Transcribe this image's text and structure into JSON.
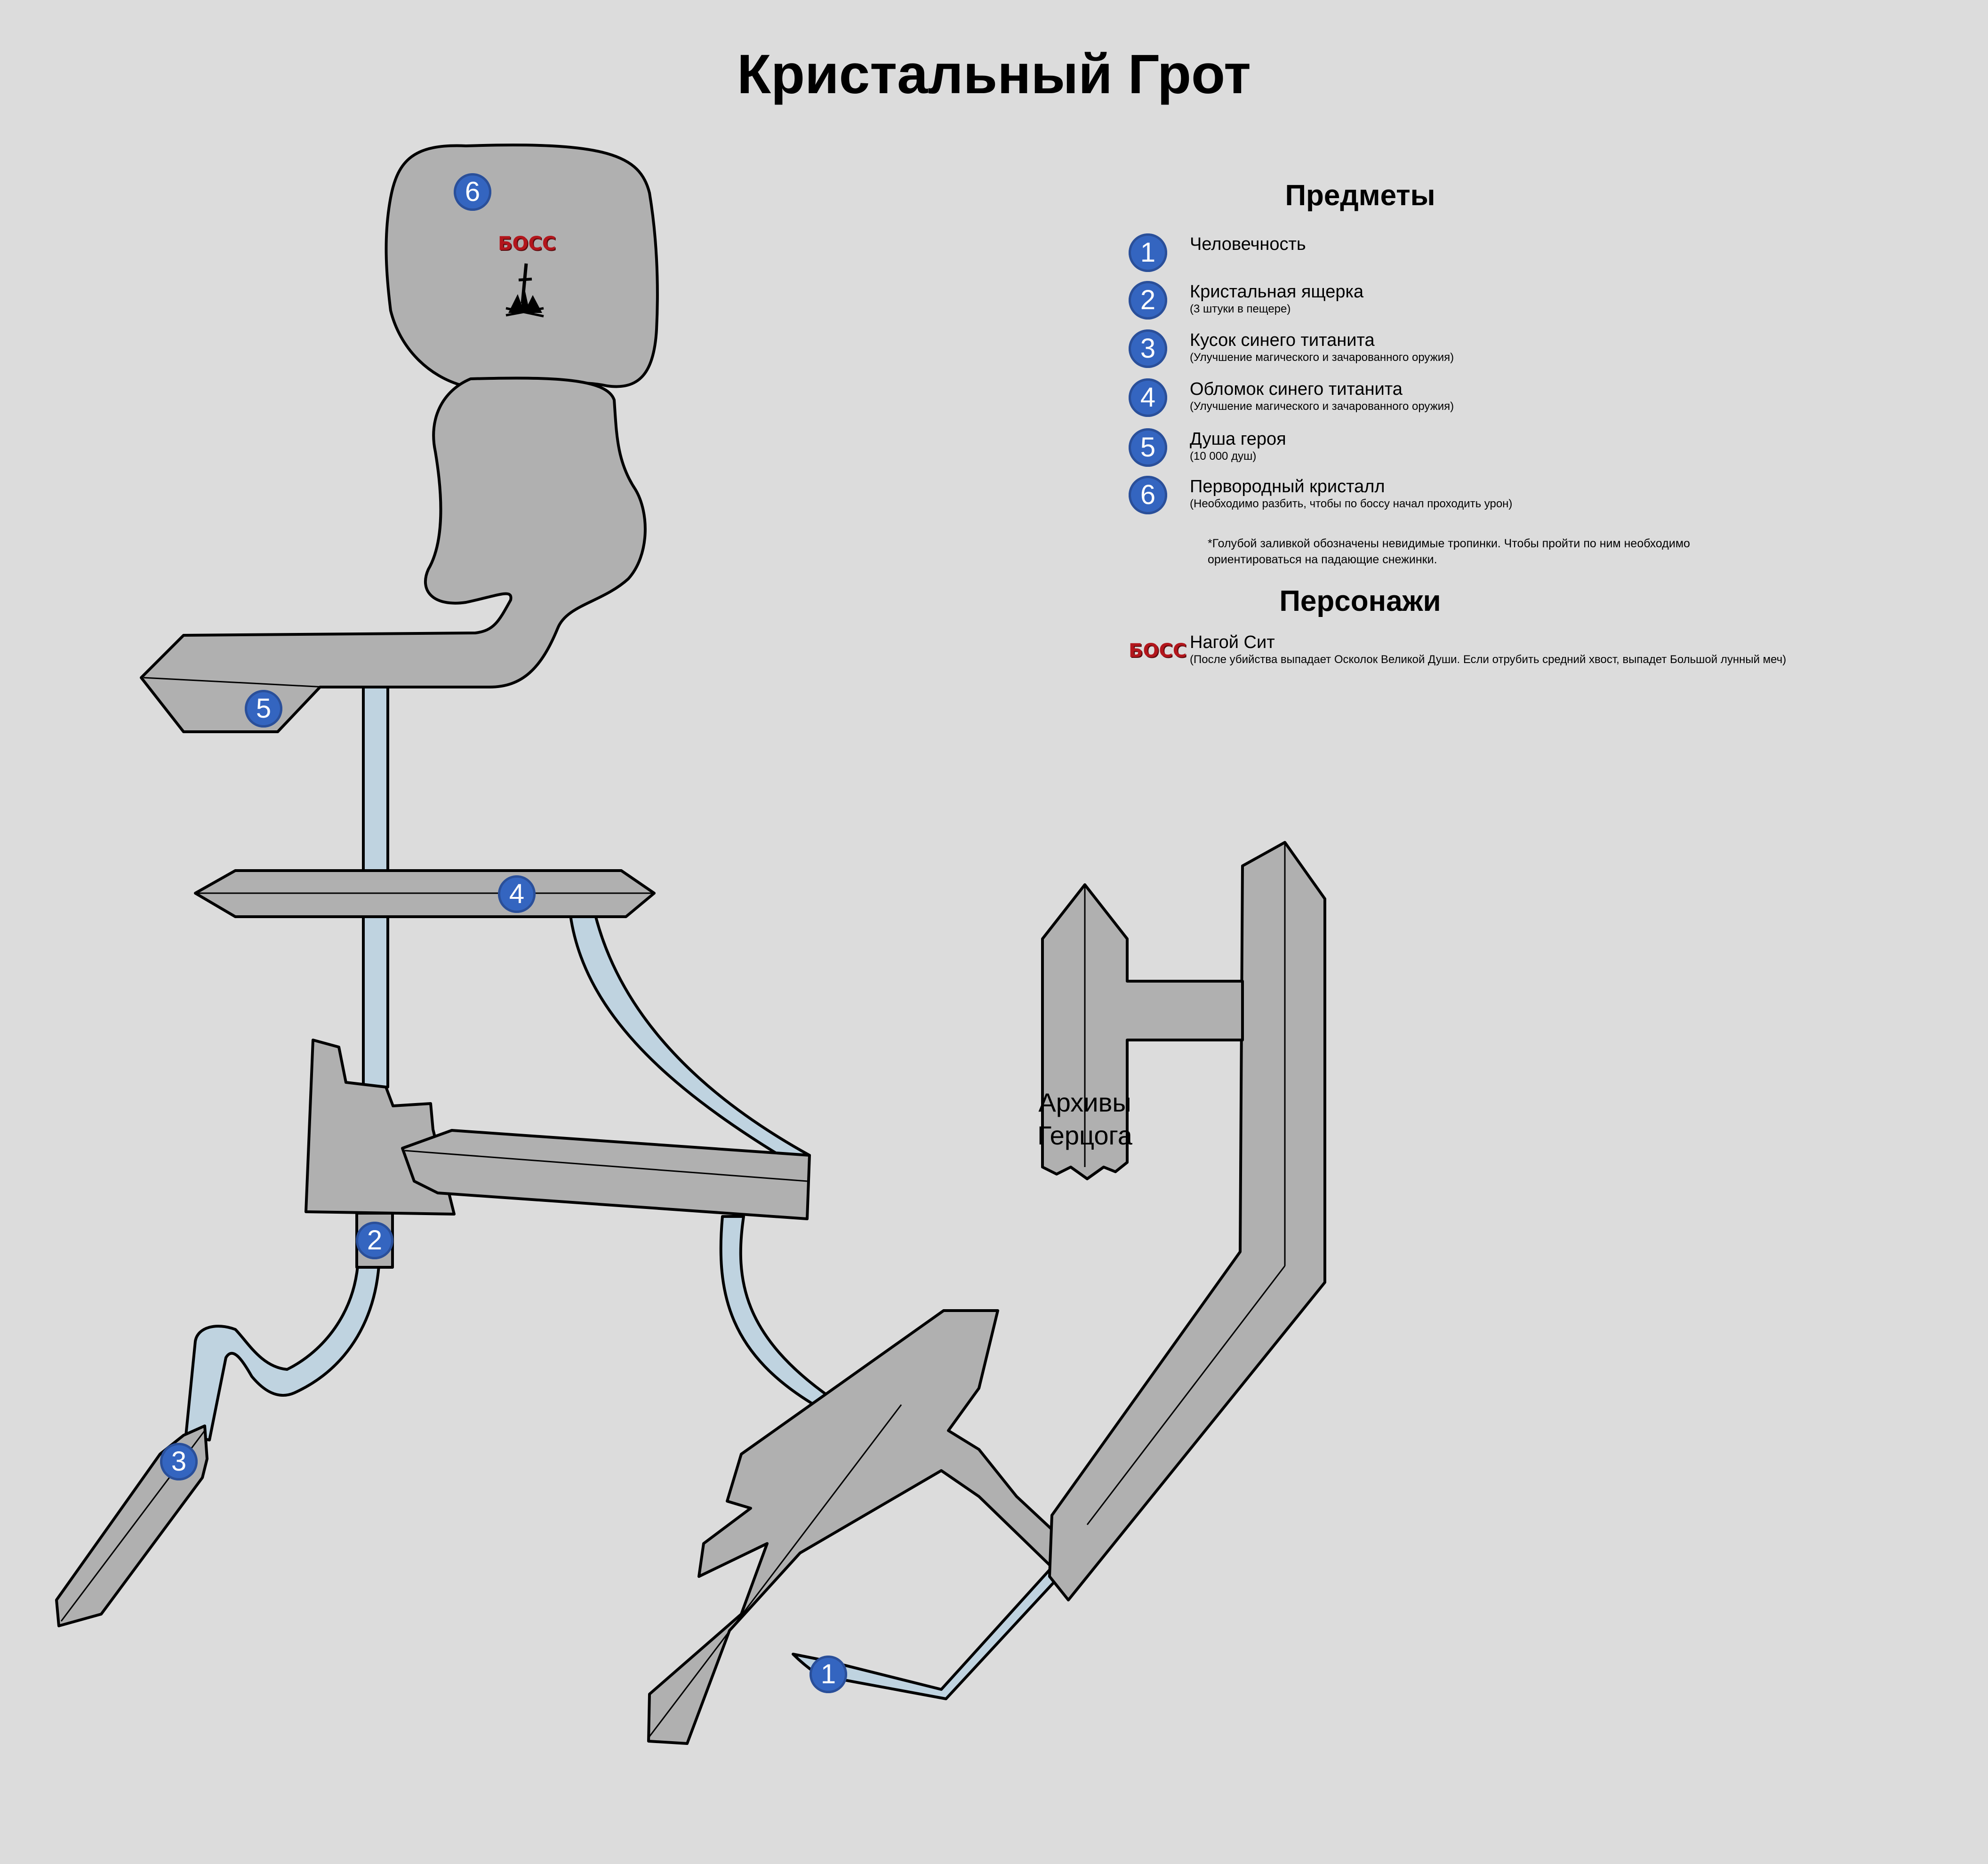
{
  "title": "Кристальный Грот",
  "legend": {
    "items_heading": "Предметы",
    "items": [
      {
        "num": "1",
        "name": "Человечность",
        "note": ""
      },
      {
        "num": "2",
        "name": "Кристальная ящерка",
        "note": "(3 штуки в пещере)"
      },
      {
        "num": "3",
        "name": "Кусок синего титанита",
        "note": "(Улучшение магического и зачарованного оружия)"
      },
      {
        "num": "4",
        "name": "Обломок синего титанита",
        "note": "(Улучшение магического и зачарованного оружия)"
      },
      {
        "num": "5",
        "name": "Душа героя",
        "note": "(10 000 душ)"
      },
      {
        "num": "6",
        "name": "Первородный кристалл",
        "note": "(Необходимо разбить, чтобы по боссу начал проходить урон)"
      }
    ],
    "footnote": "*Голубой заливкой обозначены невидимые тропинки. Чтобы пройти по ним необходимо\n ориентироваться на падающие снежинки.",
    "characters_heading": "Персонажи",
    "characters": [
      {
        "tag": "БОСС",
        "name": "Нагой Сит",
        "note": "(После убийства выпадает Осколок Великой Души. Если отрубить средний хвост, выпадет Большой лунный меч)"
      }
    ]
  },
  "map": {
    "boss_tag": "БОСС",
    "area_label": "Архивы\nГерцога",
    "markers": [
      "6",
      "5",
      "4",
      "2",
      "3",
      "1"
    ],
    "icons": [
      "bonfire-icon"
    ],
    "colors": {
      "background": "#dcdcdc",
      "floor": "#b0b0b0",
      "invisible_path": "#bfd3e0",
      "marker": "#3465c0",
      "boss_tag": "#b3161c"
    }
  }
}
